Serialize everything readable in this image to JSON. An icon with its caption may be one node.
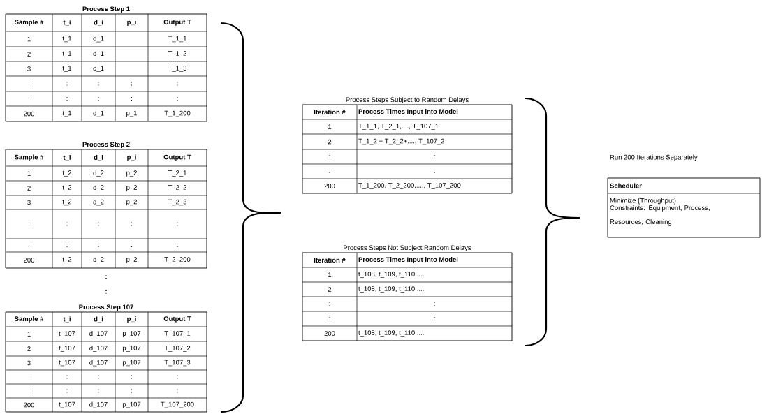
{
  "diagram": {
    "nodes": [
      {
        "text": [
          "Process Step 1",
          "Sample #",
          "t_i",
          "d_i",
          "p_i",
          "Output T",
          "1",
          "t_1",
          "d_1",
          "T_1_1",
          "2",
          "t_1",
          "d_1",
          "T_1_2",
          "3",
          "t_1",
          "d_1",
          "T_1_3",
          ":",
          ":",
          ":",
          ":",
          ":",
          ":",
          ":",
          ":",
          ":",
          ":",
          "200",
          "t_1",
          "d_1",
          "p_1",
          "T_1_200"
        ]
      },
      {
        "text": [
          "Process Step 2",
          "Sample #",
          "t_i",
          "d_i",
          "p_i",
          "Output T",
          "1",
          "t_2",
          "d_2",
          "p_2",
          "T_2_1",
          "2",
          "t_2",
          "d_2",
          "p_2",
          "T_2_2",
          "3",
          "t_2",
          "d_2",
          "p_2",
          "T_2_3",
          ":",
          ":",
          ":",
          ":",
          ":",
          ":",
          ":",
          ":",
          ":",
          ":",
          "200",
          "t_2",
          "d_2",
          "p_2",
          "T_2_200"
        ]
      },
      {
        "text": [
          "Process Step 107",
          "Sample #",
          "t_i",
          "d_i",
          "p_i",
          "Output T",
          "1",
          "t_107",
          "d_107",
          "p_107",
          "T_107_1",
          "2",
          "t_107",
          "d_107",
          "p_107",
          "T_107_2",
          "3",
          "t_107",
          "d_107",
          "p_107",
          "T_107_3",
          ":",
          ":",
          ":",
          ":",
          ":",
          ":",
          ":",
          ":",
          ":",
          ":",
          "200",
          "t_107",
          "d_107",
          "p_107",
          "T_107_200"
        ]
      },
      {
        "text": [
          "Process Steps Subject to Random Delays",
          "Iteration #",
          "Process Times Input into Model",
          "1",
          "T_1_1, T_2_1,...., T_107_1",
          "2",
          "T_1_2 + T_2_2+...., T_107_2",
          ":",
          ":",
          ":",
          ":",
          "200",
          "T_1_200, T_2_200,...., T_107_200"
        ]
      },
      {
        "text": [
          "Process Steps Not Subject Random Delays",
          "Iteration #",
          "Process Times Input into Model",
          "1",
          "t_108, t_109, t_110 ....",
          "2",
          "t_108, t_109, t_110 ....",
          ":",
          ":",
          ":",
          ":",
          "200",
          "t_108, t_109, t_110 ...."
        ]
      },
      {
        "text": [
          "Scheduler",
          "Minimize {Throughput}",
          "Constraints: Equipment, Process, Resources, Cleaning"
        ]
      }
    ],
    "labels": [
      ":",
      ":",
      "Run 200 Iterations Separately"
    ]
  }
}
